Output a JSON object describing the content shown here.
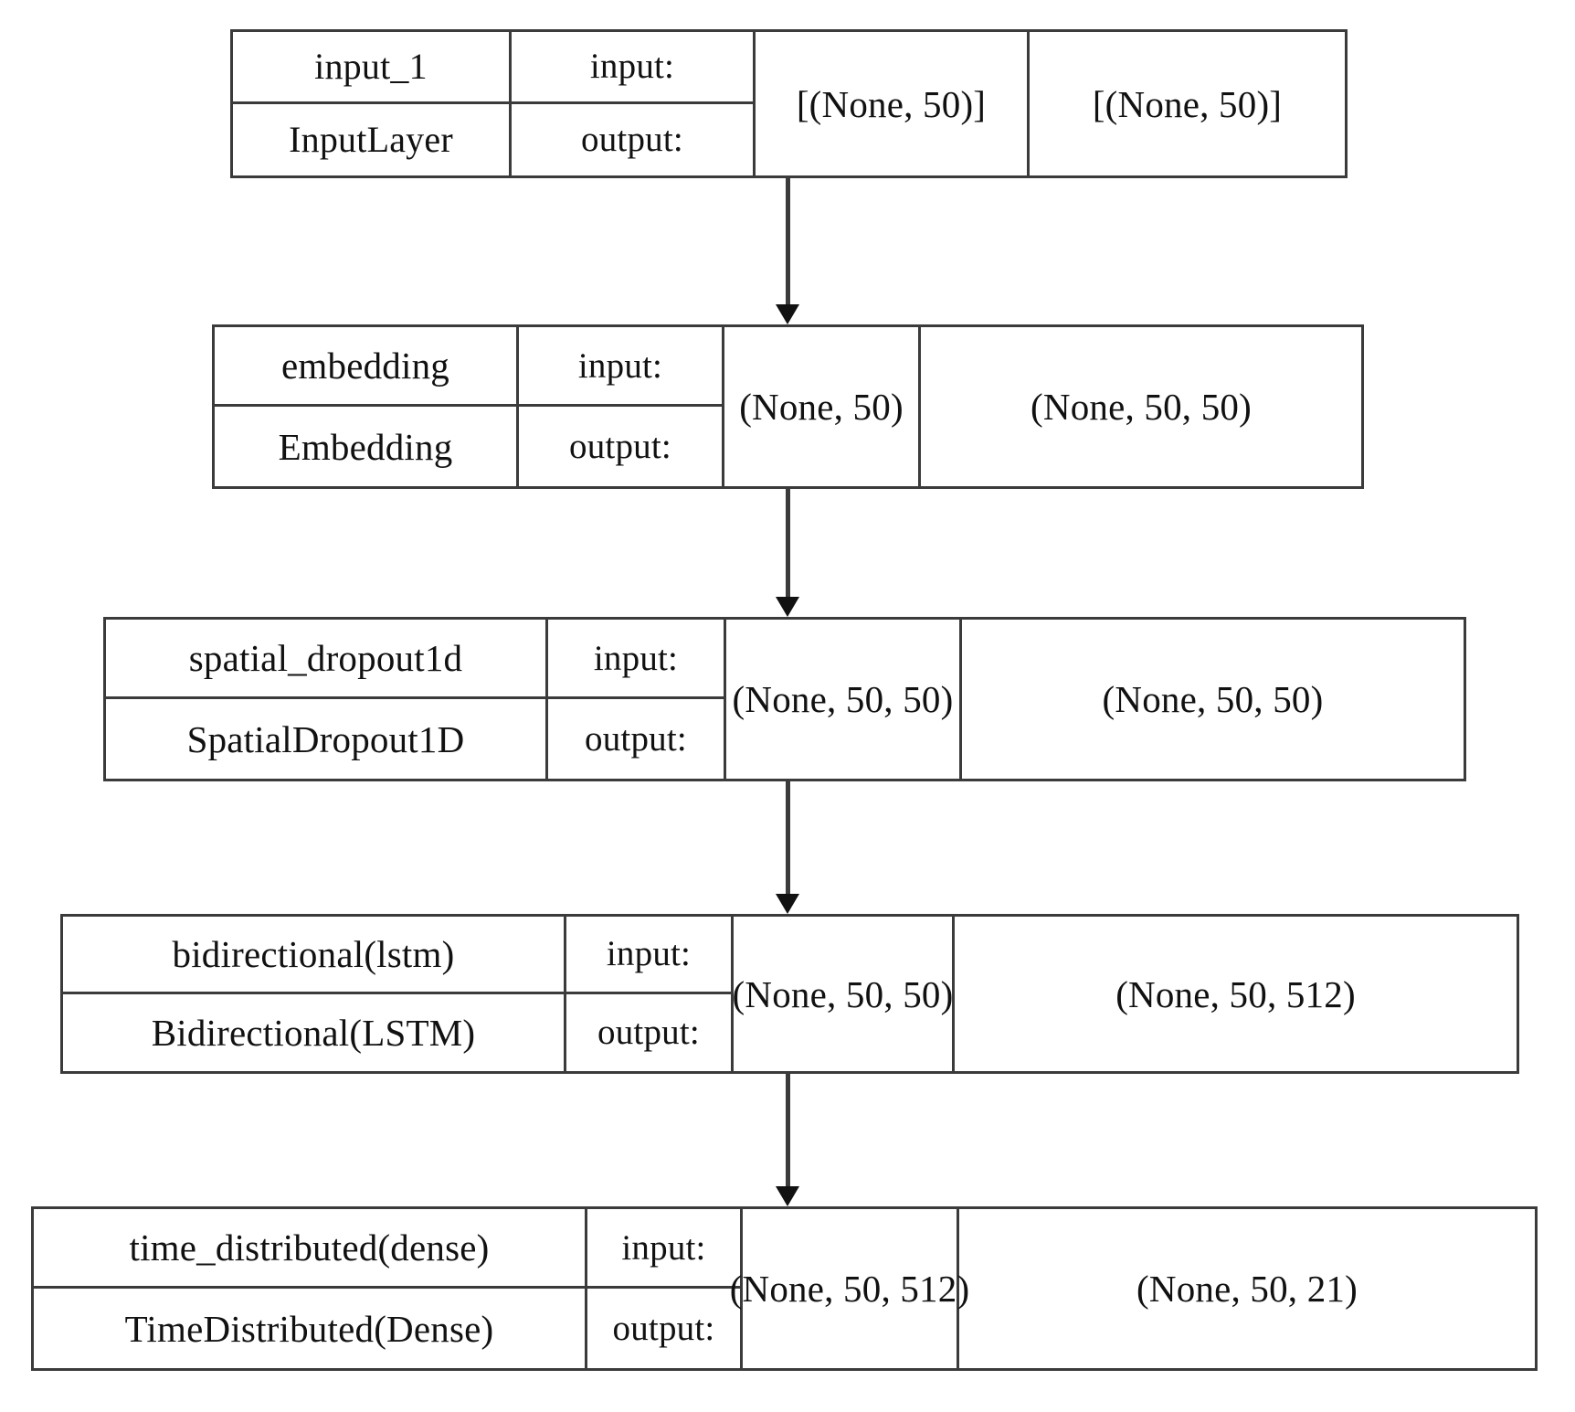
{
  "diagram": {
    "title": "Keras model architecture graph",
    "type": "keras-model-plot",
    "orientation": "top-to-bottom",
    "border_color": "#3b3b3b",
    "text_color": "#111111",
    "background_color": "#ffffff",
    "io_labels": {
      "input": "input:",
      "output": "output:"
    },
    "nodes": [
      {
        "id": "input_1",
        "name": "input_1",
        "class_name": "InputLayer",
        "input_label": "input:",
        "output_label": "output:",
        "input_shape": "[(None, 50)]",
        "output_shape": "[(None, 50)]"
      },
      {
        "id": "embedding",
        "name": "embedding",
        "class_name": "Embedding",
        "input_label": "input:",
        "output_label": "output:",
        "input_shape": "(None, 50)",
        "output_shape": "(None, 50, 50)"
      },
      {
        "id": "spatial_dropout1d",
        "name": "spatial_dropout1d",
        "class_name": "SpatialDropout1D",
        "input_label": "input:",
        "output_label": "output:",
        "input_shape": "(None, 50, 50)",
        "output_shape": "(None, 50, 50)"
      },
      {
        "id": "bidirectional_lstm",
        "name": "bidirectional(lstm)",
        "class_name": "Bidirectional(LSTM)",
        "input_label": "input:",
        "output_label": "output:",
        "input_shape": "(None, 50, 50)",
        "output_shape": "(None, 50, 512)"
      },
      {
        "id": "time_distributed_dense",
        "name": "time_distributed(dense)",
        "class_name": "TimeDistributed(Dense)",
        "input_label": "input:",
        "output_label": "output:",
        "input_shape": "(None, 50, 512)",
        "output_shape": "(None, 50, 21)"
      }
    ],
    "edges": [
      {
        "from": "input_1",
        "to": "embedding"
      },
      {
        "from": "embedding",
        "to": "spatial_dropout1d"
      },
      {
        "from": "spatial_dropout1d",
        "to": "bidirectional_lstm"
      },
      {
        "from": "bidirectional_lstm",
        "to": "time_distributed_dense"
      }
    ]
  }
}
